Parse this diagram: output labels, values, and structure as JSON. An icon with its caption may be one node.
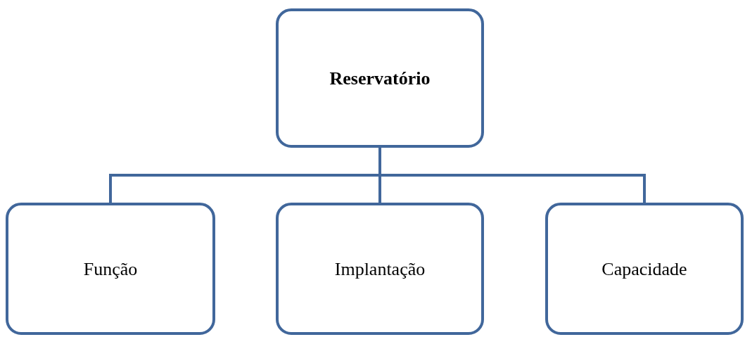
{
  "diagram": {
    "nodes": [
      {
        "text": [
          "Reservatório"
        ]
      },
      {
        "text": [
          "Função"
        ]
      },
      {
        "text": [
          "Implantação"
        ]
      },
      {
        "text": [
          "Capacidade"
        ]
      }
    ],
    "edges": [
      {
        "from": 0,
        "to": 1,
        "arrow": "none"
      },
      {
        "from": 0,
        "to": 2,
        "arrow": "none"
      },
      {
        "from": 0,
        "to": 3,
        "arrow": "none"
      }
    ]
  }
}
